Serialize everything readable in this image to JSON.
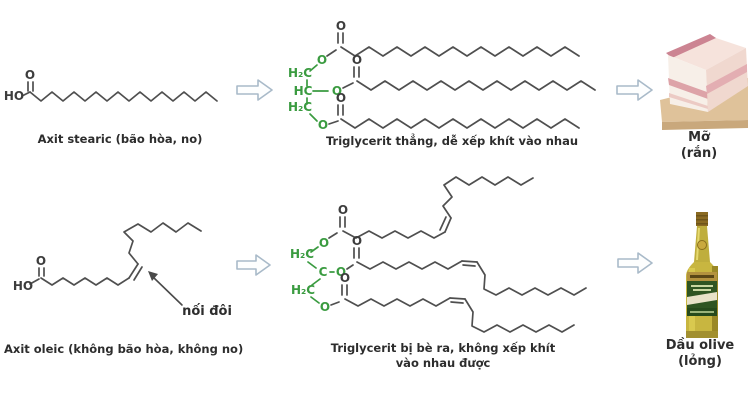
{
  "labels": {
    "ho": "HO",
    "o": "O",
    "h2c": "H₂C",
    "hc": "HC",
    "c": "C"
  },
  "top_row": {
    "acid_caption": "Axit stearic (bão hòa, no)",
    "triglyceride_caption": "Triglycerit thẳng, dễ xếp khít vào nhau",
    "product_name": "Mỡ",
    "product_state": "(rắn)"
  },
  "bottom_row": {
    "double_bond_label": "nối đôi",
    "acid_caption": "Axit oleic (không bão hòa, không no)",
    "triglyceride_caption_line1": "Triglycerit bị bè ra, không xếp khít",
    "triglyceride_caption_line2": "vào nhau được",
    "product_name": "Dầu olive",
    "product_state": "(lỏng)"
  },
  "colors": {
    "glycerol_green": "#3a9b40",
    "bond": "#4f4f4f",
    "caption": "#2d2d2d",
    "arrow_outline": "#a9bac9"
  }
}
